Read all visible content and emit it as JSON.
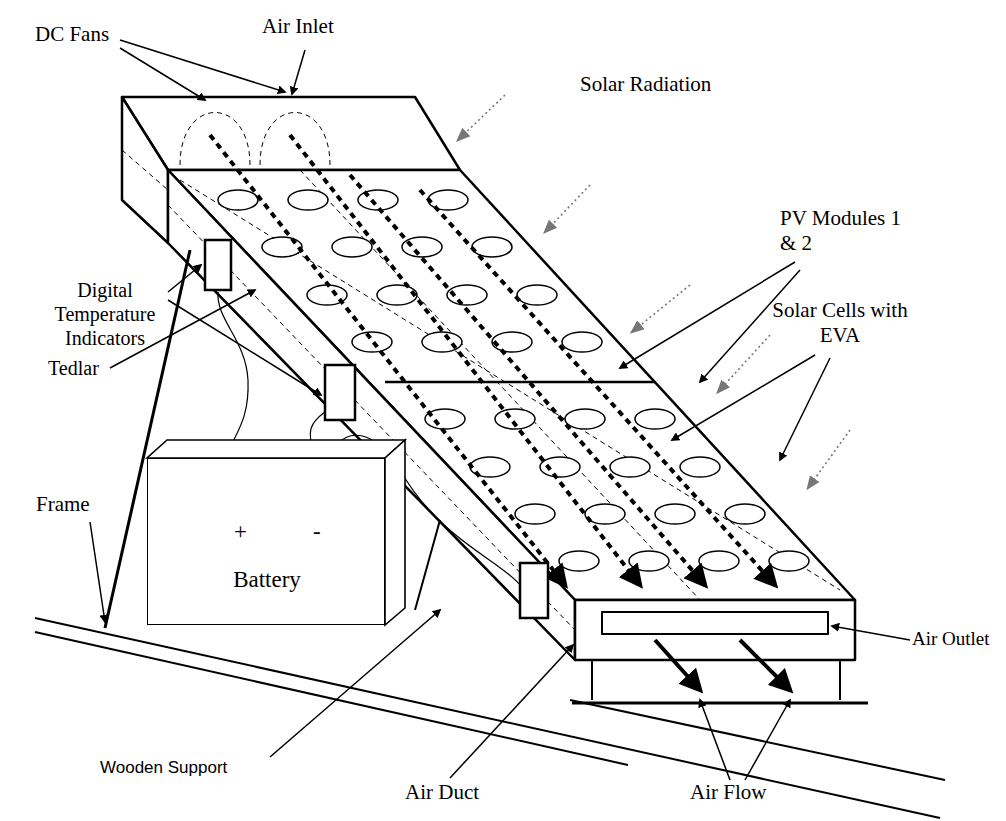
{
  "diagram": {
    "nodes": [
      {
        "text": [
          "+",
          "-",
          "Battery"
        ]
      }
    ],
    "labels": [
      "DC Fans",
      "Air Inlet",
      "Solar Radiation",
      "PV Modules 1 & 2",
      "Solar Cells with EVA",
      "Digital Temperature Indicators",
      "Tedlar",
      "Frame",
      "Wooden Support",
      "Air Duct",
      "Air Flow",
      "Air Outlet"
    ]
  }
}
